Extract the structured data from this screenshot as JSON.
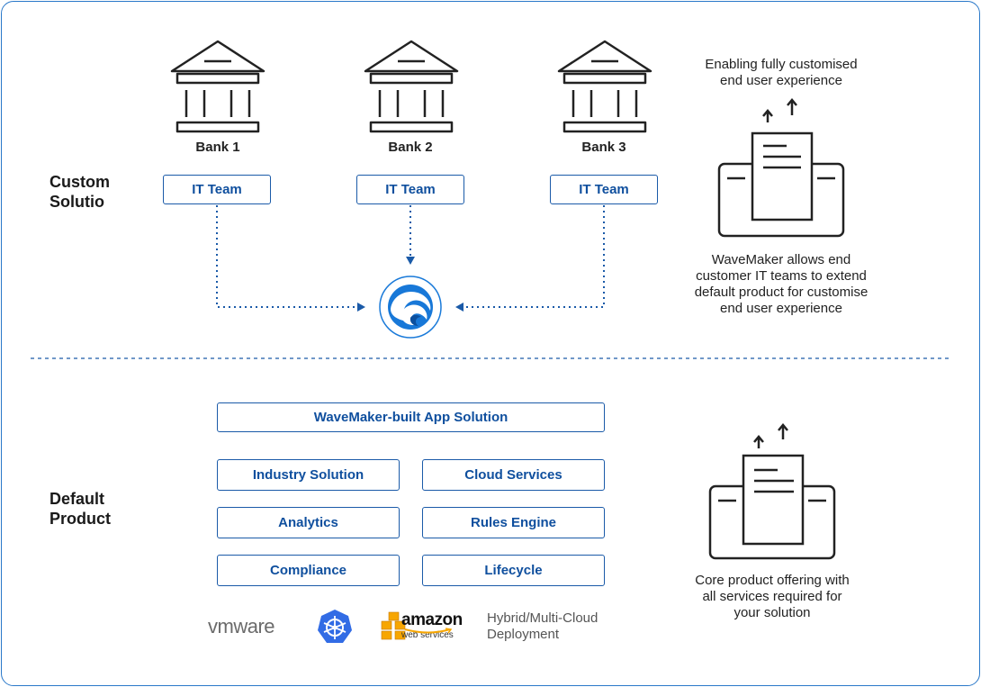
{
  "custom": {
    "section_label_line1": "Custom",
    "section_label_line2": "Solutio",
    "banks": [
      {
        "name": "Bank 1",
        "team": "IT Team"
      },
      {
        "name": "Bank 2",
        "team": "IT Team"
      },
      {
        "name": "Bank 3",
        "team": "IT Team"
      }
    ],
    "top_caption_line1": "Enabling fully customised",
    "top_caption_line2": "end user experience",
    "bottom_caption_line1": "WaveMaker allows end",
    "bottom_caption_line2": "customer IT teams to extend",
    "bottom_caption_line3": "default product for customise",
    "bottom_caption_line4": "end user experience"
  },
  "default_product": {
    "section_label_line1": "Default",
    "section_label_line2": "Product",
    "app_solution": "WaveMaker-built App Solution",
    "modules": [
      "Industry Solution",
      "Cloud Services",
      "Analytics",
      "Rules Engine",
      "Compliance",
      "Lifecycle"
    ],
    "caption_line1": "Core product offering with",
    "caption_line2": "all services required for",
    "caption_line3": "your solution"
  },
  "deployment": {
    "vmware": "vmware",
    "amazon_line1": "amazon",
    "amazon_line2": "web services",
    "hybrid_line1": "Hybrid/Multi-Cloud",
    "hybrid_line2": "Deployment"
  },
  "colors": {
    "accent": "#1a5aa8",
    "border": "#2a78c9",
    "text": "#222222",
    "kubernetes": "#326ce5",
    "aws_orange": "#f7a600"
  },
  "icons": [
    "bank-icon",
    "wavemaker-logo-icon",
    "document-tray-icon",
    "arrow-up-icon",
    "vmware-logo",
    "kubernetes-icon",
    "amazon-web-services-logo"
  ]
}
